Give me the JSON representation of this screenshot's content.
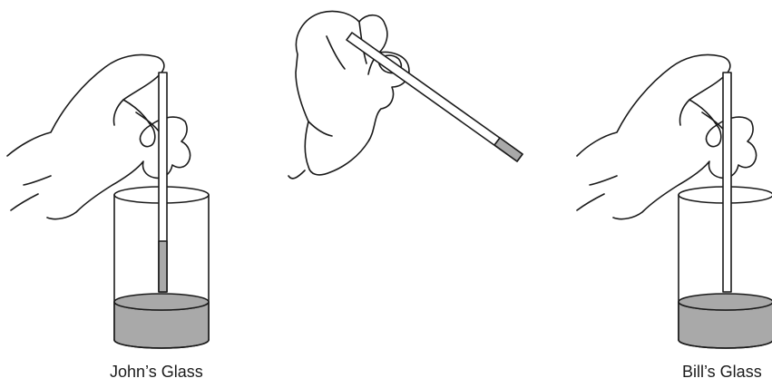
{
  "figures": [
    {
      "id": "john",
      "caption": "John’s Glass",
      "liquid_color": "#a9a9a9",
      "straw_fill_fraction": 0.27
    },
    {
      "id": "middle",
      "caption": "",
      "liquid_color": "#a9a9a9",
      "straw_fill_fraction": 0.14
    },
    {
      "id": "bill",
      "caption": "Bill’s Glass",
      "liquid_color": "#a9a9a9",
      "straw_fill_fraction": 0
    }
  ],
  "colors": {
    "line": "#1a1a1a",
    "liquid": "#a9a9a9",
    "background": "#ffffff"
  }
}
